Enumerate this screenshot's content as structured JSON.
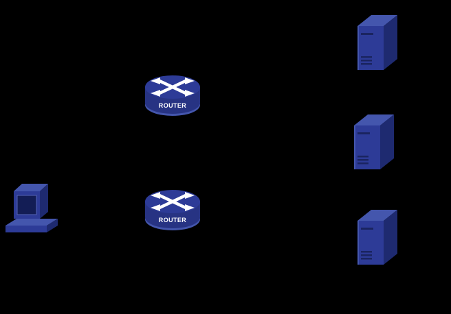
{
  "diagram": {
    "kind": "network-topology",
    "background_color": "#000000"
  },
  "palette": {
    "device_blue": "#2d3b97",
    "device_blue_body": "#273383",
    "device_blue_dark": "#1e2a70",
    "device_blue_light": "#4456ad",
    "device_detail": "#1a2460",
    "arrow_white": "#ffffff",
    "label_text": "#ffffff"
  },
  "nodes": {
    "router_top": {
      "type": "router",
      "label": "ROUTER"
    },
    "router_bottom": {
      "type": "router",
      "label": "ROUTER"
    },
    "server_top": {
      "type": "server"
    },
    "server_middle": {
      "type": "server"
    },
    "server_bottom": {
      "type": "server"
    },
    "workstation": {
      "type": "workstation"
    }
  }
}
